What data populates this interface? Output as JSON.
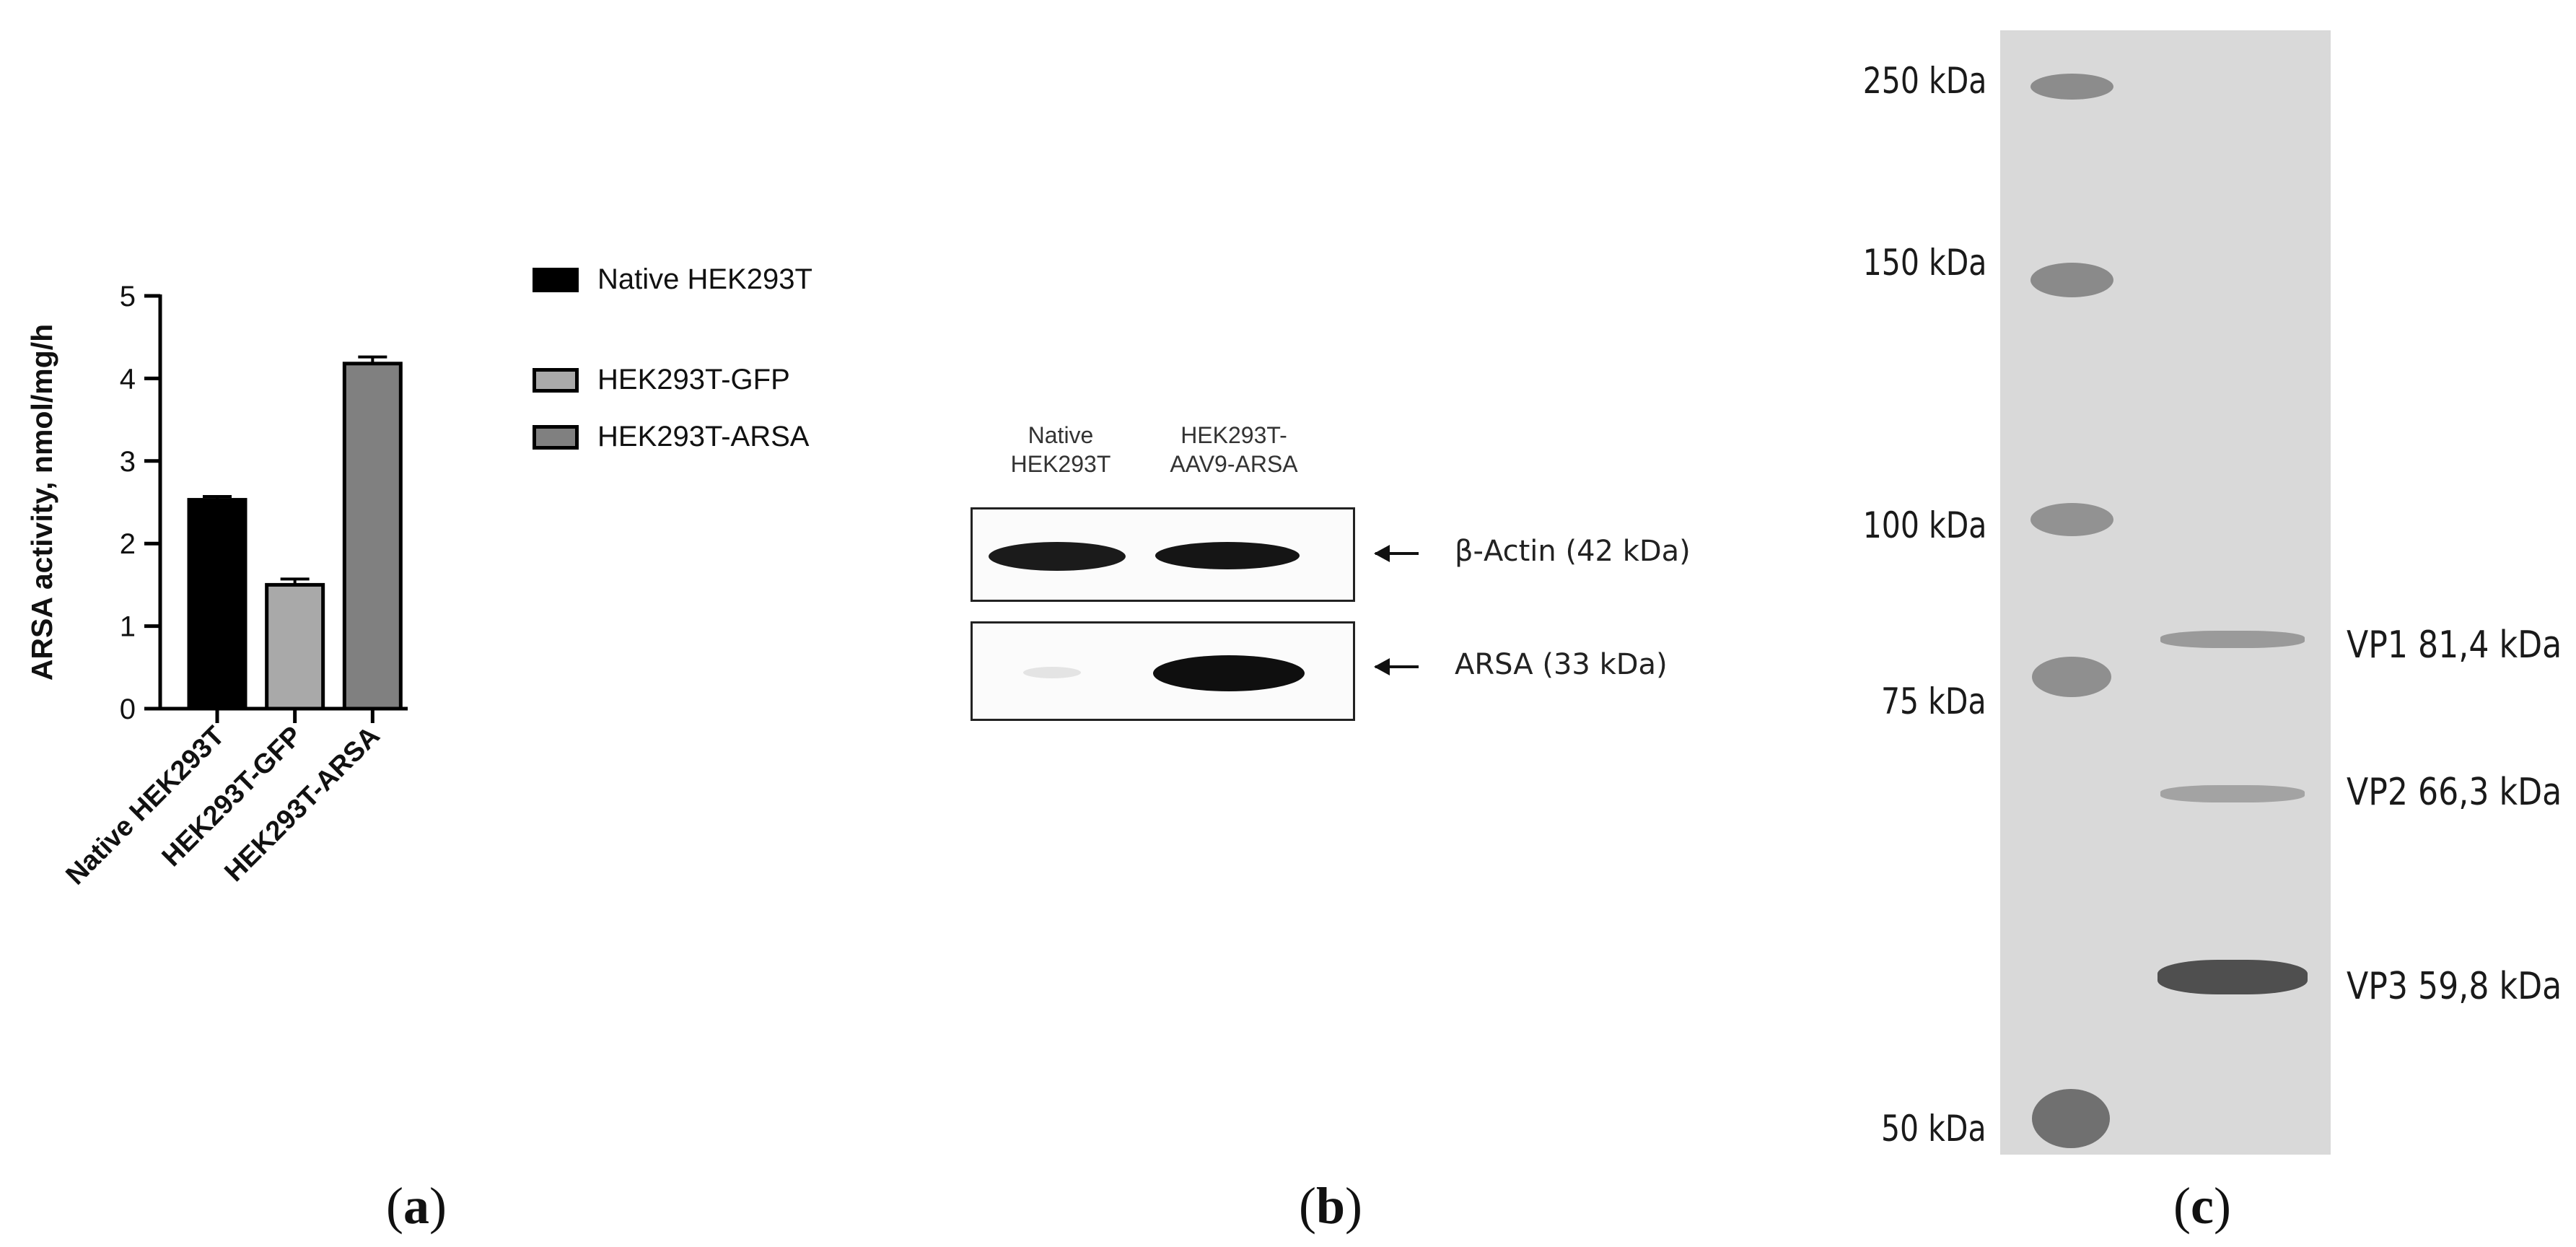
{
  "panels": {
    "a": "a",
    "b": "b",
    "c": "c"
  },
  "chart_data": {
    "type": "bar",
    "categories": [
      "Native HEK293T",
      "HEK293T-GFP",
      "HEK293T-ARSA"
    ],
    "values": [
      2.53,
      1.5,
      4.18
    ],
    "errors": [
      0.04,
      0.07,
      0.08
    ],
    "colors": [
      "#000000",
      "#a9a9a9",
      "#808080"
    ],
    "ylabel": "ARSA activity, nmol/mg/h",
    "ylim": [
      0,
      5
    ],
    "yticks": [
      0,
      1,
      2,
      3,
      4,
      5
    ],
    "legend": [
      "Native HEK293T",
      "HEK293T-GFP",
      "HEK293T-ARSA"
    ],
    "legend_position": "right",
    "grid": false
  },
  "western_blot": {
    "lanes": [
      "Native\nHEK293T",
      "HEK293T-\nAAV9-ARSA"
    ],
    "bands": [
      {
        "label": "β-Actin (42 kDa)"
      },
      {
        "label": "ARSA (33 kDa)"
      }
    ]
  },
  "gel": {
    "ladder": [
      "250 kDa",
      "150 kDa",
      "100 kDa",
      "75 kDa",
      "50 kDa"
    ],
    "bands": [
      "VP1 81,4 kDa",
      "VP2 66,3 kDa",
      "VP3 59,8 kDa"
    ]
  }
}
